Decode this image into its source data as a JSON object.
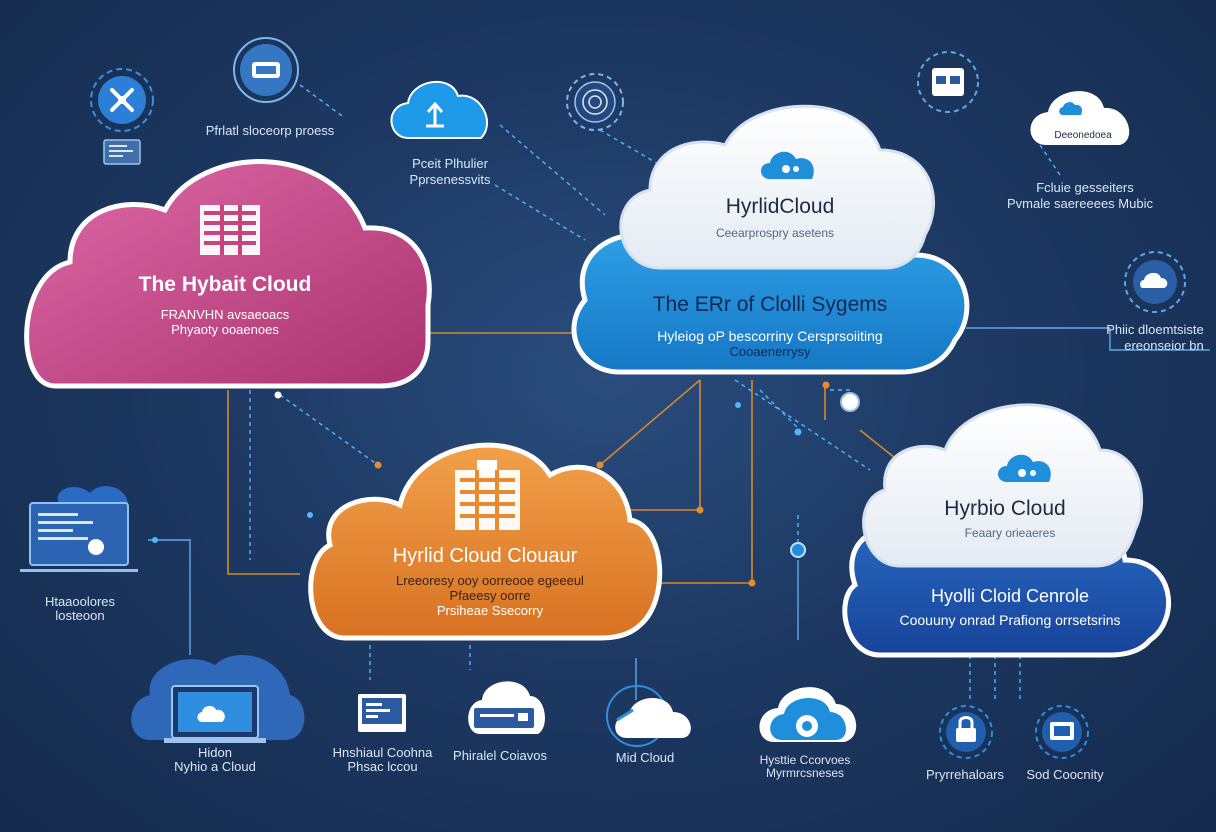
{
  "colors": {
    "background": "#1d3963",
    "pink": "#c7447f",
    "orange": "#e88a30",
    "blue": "#1f8fdc",
    "navy": "#1e54a8",
    "white": "#ffffff",
    "connector_orange": "#d48a2c",
    "connector_blue": "#4fb6ff"
  },
  "clouds": {
    "pink": {
      "title": "The Hybait Cloud",
      "line1": "FRANVHN avsaeoacs",
      "line2": "Phyaoty ooaenoes"
    },
    "white_top": {
      "title": "HyrlidCloud",
      "line1": "Ceearprospry asetens"
    },
    "blue": {
      "title": "The ERr of Clolli Sygems",
      "line1": "Hyleiog oP bescorriny Cersprsoiiting",
      "line2": "Cooaenerrysy"
    },
    "orange": {
      "title": "Hyrlid Cloud Clouaur",
      "line1": "Lreeoresy ooy oorreooe egeeeul",
      "line2": "Pfaeesy oorre",
      "line3": "Prsiheae Ssecorry"
    },
    "white_right": {
      "title": "Hyrbio Cloud",
      "line1": "Feaary orieaeres"
    },
    "navy": {
      "title": "Hyolli Cloid Cenrole",
      "line1": "Coouuny onrad Prafiong orrsetsrins"
    }
  },
  "labels": {
    "top_left": "Pfrlatl sloceorp proess",
    "top_mid_1": "Pceit Plhulier",
    "top_mid_2": "Pprsenessvits",
    "top_right_box": "Deeonedoea",
    "right_1": "Fcluie gesseiters",
    "right_2": "Pvmale saereeees Mubic",
    "right_3": "Phiic dloemtsiste",
    "right_4": "ereonseior bn",
    "left_1": "Htaaoolores",
    "left_2": "losteoon",
    "bottom_laptop_1": "Hidon",
    "bottom_laptop_2": "Nyhio a Cloud",
    "bottom_2_1": "Hnshiaul Coohna",
    "bottom_2_2": "Phsac lccou",
    "bottom_3": "Phiralel Coiavos",
    "bottom_4": "Mid Cloud",
    "bottom_5_1": "Hysttie Ccorvoes",
    "bottom_5_2": "Myrmrcsneses",
    "bottom_6": "Pryrrehaloars",
    "bottom_7": "Sod Coocnity"
  },
  "icons": [
    "tools-icon",
    "hardware-icon",
    "terminal-icon",
    "cloud-upload-icon",
    "fingerprint-icon",
    "server-icon",
    "cloud-icon",
    "building-icon",
    "gear-icon",
    "code-window-icon",
    "laptop-icon",
    "monitor-icon",
    "storage-icon",
    "robot-icon",
    "lock-icon"
  ]
}
